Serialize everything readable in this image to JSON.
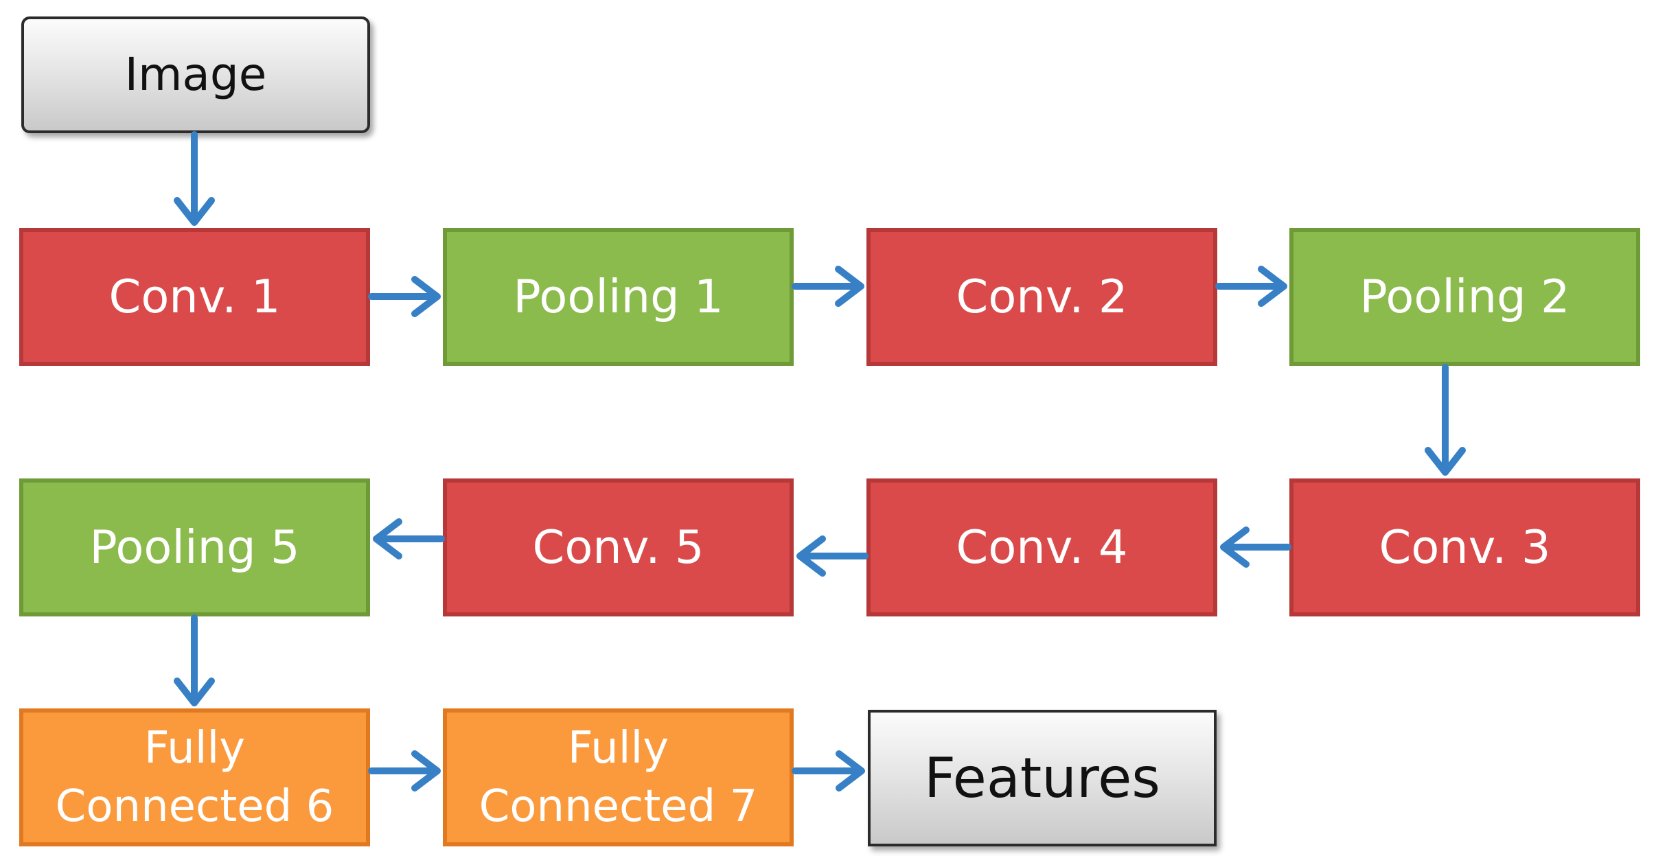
{
  "diagram": {
    "nodes": {
      "image": "Image",
      "conv1": "Conv.  1",
      "pool1": "Pooling 1",
      "conv2": "Conv. 2",
      "pool2": "Pooling 2",
      "conv3": "Conv. 3",
      "conv4": "Conv. 4",
      "conv5": "Conv. 5",
      "pool5": "Pooling 5",
      "fc6": "Fully\nConnected  6",
      "fc7": "Fully\nConnected  7",
      "features": "Features"
    },
    "edges": [
      [
        "image",
        "conv1"
      ],
      [
        "conv1",
        "pool1"
      ],
      [
        "pool1",
        "conv2"
      ],
      [
        "conv2",
        "pool2"
      ],
      [
        "pool2",
        "conv3"
      ],
      [
        "conv3",
        "conv4"
      ],
      [
        "conv4",
        "conv5"
      ],
      [
        "conv5",
        "pool5"
      ],
      [
        "pool5",
        "fc6"
      ],
      [
        "fc6",
        "fc7"
      ],
      [
        "fc7",
        "features"
      ]
    ],
    "colors": {
      "convolution": "#db4a4a",
      "pooling": "#8bbb4c",
      "fully_connected": "#fb993d",
      "input_output": "#d9d9d9",
      "arrow": "#3880c6"
    }
  }
}
